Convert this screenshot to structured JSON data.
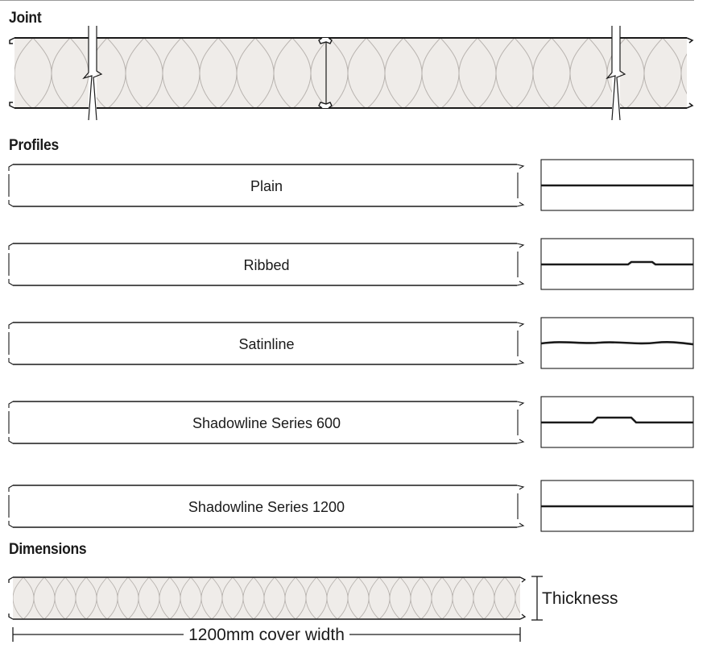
{
  "headings": {
    "joint": "Joint",
    "profiles": "Profiles",
    "dimensions": "Dimensions"
  },
  "profiles": [
    {
      "name": "Plain",
      "shape": "flat"
    },
    {
      "name": "Ribbed",
      "shape": "ribbed"
    },
    {
      "name": "Satinline",
      "shape": "wavy"
    },
    {
      "name": "Shadowline Series 600",
      "shape": "shadowline"
    },
    {
      "name": "Shadowline Series 1200",
      "shape": "flat"
    }
  ],
  "dimensions": {
    "thickness_label": "Thickness",
    "width_label": "1200mm cover width"
  },
  "colors": {
    "core_fill": "#efece9",
    "core_pattern": "#b9b4b0",
    "line": "#1a1a1a"
  }
}
